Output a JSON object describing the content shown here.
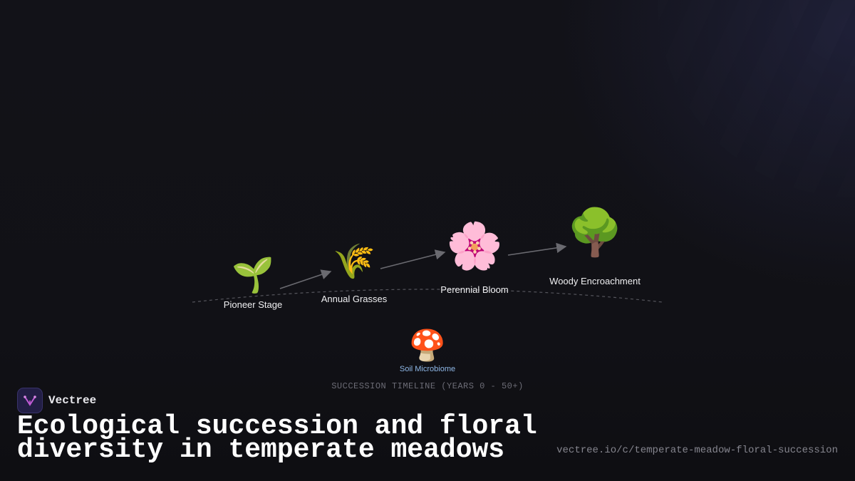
{
  "diagram": {
    "stages": [
      {
        "icon": "seedling-icon",
        "emoji": "🌱",
        "label": "Pioneer Stage"
      },
      {
        "icon": "wheat-icon",
        "emoji": "🌾",
        "label": "Annual Grasses"
      },
      {
        "icon": "flower-icon",
        "emoji": "🌸",
        "label": "Perennial Bloom"
      },
      {
        "icon": "tree-icon",
        "emoji": "🌳",
        "label": "Woody Encroachment"
      }
    ],
    "microbiome": {
      "icon": "mushroom-icon",
      "emoji": "🍄",
      "label": "Soil Microbiome"
    },
    "timeline_caption": "SUCCESSION TIMELINE (YEARS 0 - 50+)"
  },
  "brand": {
    "name": "Vectree",
    "accent": "#c15bd6"
  },
  "headline": "Ecological succession and floral diversity in temperate meadows",
  "url": "vectree.io/c/temperate-meadow-floral-succession"
}
